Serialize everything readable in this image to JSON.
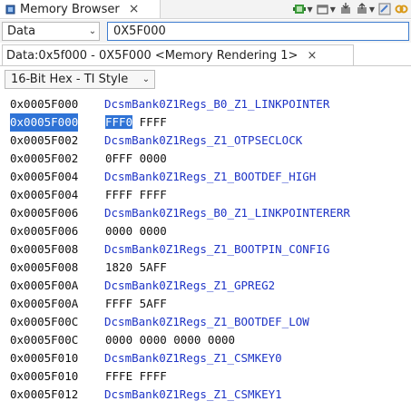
{
  "view": {
    "title": "Memory Browser",
    "close_glyph": "×",
    "icon": "memory-chip-icon",
    "toolbar_icons": [
      "refresh-icon",
      "new-tab-icon",
      "import-icon",
      "export-icon",
      "settings-icon",
      "link-icon"
    ]
  },
  "address_bar": {
    "page_select": "Data",
    "address": "0X5F000"
  },
  "rendering_tab": {
    "label": "Data:0x5f000 - 0X5F000 <Memory Rendering 1>",
    "close_glyph": "×"
  },
  "format_select": "16-Bit Hex - TI Style",
  "colors": {
    "symbol": "#1f35c7",
    "selection": "#2f73d6"
  },
  "memory_rows": [
    {
      "addr": "0x0005F000",
      "symbol": "DcsmBank0Z1Regs_B0_Z1_LINKPOINTER"
    },
    {
      "addr": "0x0005F000",
      "cells": [
        "FFF0",
        "FFFF"
      ],
      "selected": true
    },
    {
      "addr": "0x0005F002",
      "symbol": "DcsmBank0Z1Regs_Z1_OTPSECLOCK"
    },
    {
      "addr": "0x0005F002",
      "cells": [
        "0FFF",
        "0000"
      ]
    },
    {
      "addr": "0x0005F004",
      "symbol": "DcsmBank0Z1Regs_Z1_BOOTDEF_HIGH"
    },
    {
      "addr": "0x0005F004",
      "cells": [
        "FFFF",
        "FFFF"
      ]
    },
    {
      "addr": "0x0005F006",
      "symbol": "DcsmBank0Z1Regs_B0_Z1_LINKPOINTERERR"
    },
    {
      "addr": "0x0005F006",
      "cells": [
        "0000",
        "0000"
      ]
    },
    {
      "addr": "0x0005F008",
      "symbol": "DcsmBank0Z1Regs_Z1_BOOTPIN_CONFIG"
    },
    {
      "addr": "0x0005F008",
      "cells": [
        "1820",
        "5AFF"
      ]
    },
    {
      "addr": "0x0005F00A",
      "symbol": "DcsmBank0Z1Regs_Z1_GPREG2"
    },
    {
      "addr": "0x0005F00A",
      "cells": [
        "FFFF",
        "5AFF"
      ]
    },
    {
      "addr": "0x0005F00C",
      "symbol": "DcsmBank0Z1Regs_Z1_BOOTDEF_LOW"
    },
    {
      "addr": "0x0005F00C",
      "cells": [
        "0000",
        "0000",
        "0000",
        "0000"
      ]
    },
    {
      "addr": "0x0005F010",
      "symbol": "DcsmBank0Z1Regs_Z1_CSMKEY0"
    },
    {
      "addr": "0x0005F010",
      "cells": [
        "FFFE",
        "FFFF"
      ]
    },
    {
      "addr": "0x0005F012",
      "symbol": "DcsmBank0Z1Regs_Z1_CSMKEY1"
    }
  ]
}
